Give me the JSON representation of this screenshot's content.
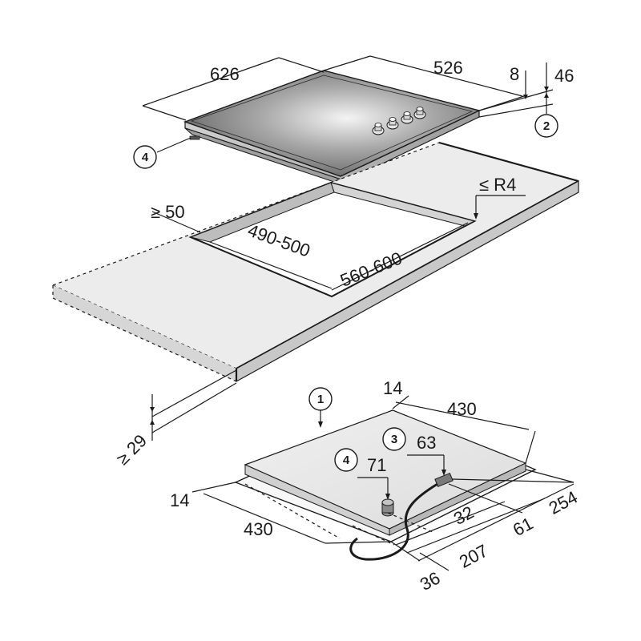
{
  "hob": {
    "width_label": "626",
    "depth_label": "526",
    "frame_height_label": "8",
    "total_height_label": "46"
  },
  "cutout": {
    "min_distance_label": "≥ 50",
    "radius_label": "≤ R4",
    "width_label": "490-500",
    "depth_label": "560-600"
  },
  "worktop": {
    "min_thickness_label": "≥ 29"
  },
  "underside": {
    "top_offset_label": "14",
    "top_width_label": "430",
    "left_offset_label": "14",
    "left_width_label": "430",
    "connector_x_label": "63",
    "gas_x_label": "71",
    "dim_32": "32",
    "dim_61": "61",
    "dim_254": "254",
    "dim_207": "207",
    "dim_36": "36"
  },
  "callouts": {
    "c1": "1",
    "c2": "2",
    "c3": "3",
    "c4_top": "4",
    "c4_bottom": "4"
  },
  "colors": {
    "line": "#1a1a1a",
    "surface_light": "#e8e8e8",
    "surface_dark": "#bdbdbd",
    "glass_dark": "#7a7a7a"
  }
}
